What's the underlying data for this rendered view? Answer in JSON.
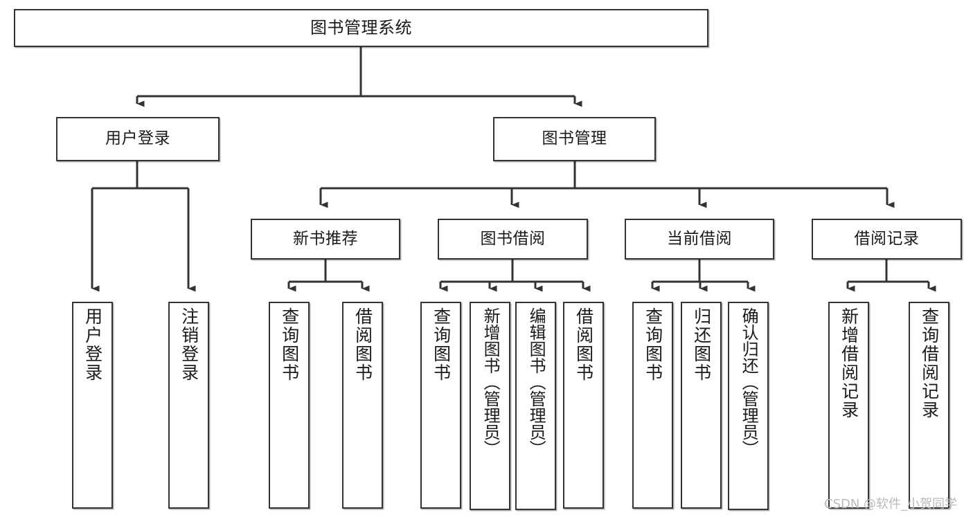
{
  "diagram": {
    "title": "图书管理系统",
    "type": "functional-structure-tree",
    "root": {
      "id": "root",
      "label": "图书管理系统"
    },
    "level2": [
      {
        "id": "user-login",
        "label": "用户登录"
      },
      {
        "id": "book-manage",
        "label": "图书管理"
      }
    ],
    "level3": [
      {
        "id": "new-book-rec",
        "label": "新书推荐",
        "parent": "book-manage"
      },
      {
        "id": "book-borrow",
        "label": "图书借阅",
        "parent": "book-manage"
      },
      {
        "id": "current-borrow",
        "label": "当前借阅",
        "parent": "book-manage"
      },
      {
        "id": "borrow-record",
        "label": "借阅记录",
        "parent": "book-manage"
      }
    ],
    "leaves": {
      "user-login": [
        {
          "id": "leaf-user-login",
          "label": "用户登录"
        },
        {
          "id": "leaf-user-logout",
          "label": "注销登录"
        }
      ],
      "new-book-rec": [
        {
          "id": "leaf-query-book-1",
          "label": "查询图书"
        },
        {
          "id": "leaf-borrow-book-1",
          "label": "借阅图书"
        }
      ],
      "book-borrow": [
        {
          "id": "leaf-query-book-2",
          "label": "查询图书"
        },
        {
          "id": "leaf-add-book",
          "label": "新增图书（管理员）"
        },
        {
          "id": "leaf-edit-book",
          "label": "编辑图书（管理员）"
        },
        {
          "id": "leaf-borrow-book-2",
          "label": "借阅图书"
        }
      ],
      "current-borrow": [
        {
          "id": "leaf-query-book-3",
          "label": "查询图书"
        },
        {
          "id": "leaf-return-book",
          "label": "归还图书"
        },
        {
          "id": "leaf-confirm-return",
          "label": "确认归还（管理员）"
        }
      ],
      "borrow-record": [
        {
          "id": "leaf-add-record",
          "label": "新增借阅记录"
        },
        {
          "id": "leaf-query-record",
          "label": "查询借阅记录"
        }
      ]
    }
  },
  "watermark": {
    "text": "CSDN @软件_小贺同学"
  },
  "colors": {
    "stroke": "#333333",
    "fill": "#ffffff",
    "text": "#1a1a1a",
    "watermark": "#b9b9b9"
  }
}
